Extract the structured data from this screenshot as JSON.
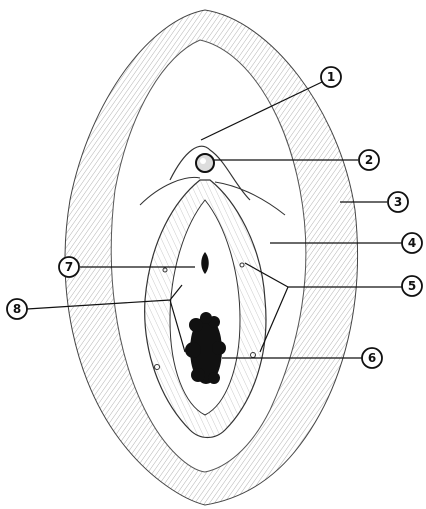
{
  "diagram": {
    "labels": [
      "1",
      "2",
      "3",
      "4",
      "5",
      "6",
      "7",
      "8"
    ]
  },
  "colors": {
    "ink": "#1a1a1a",
    "hatch": "#8a8a8a",
    "paper": "#ffffff"
  }
}
